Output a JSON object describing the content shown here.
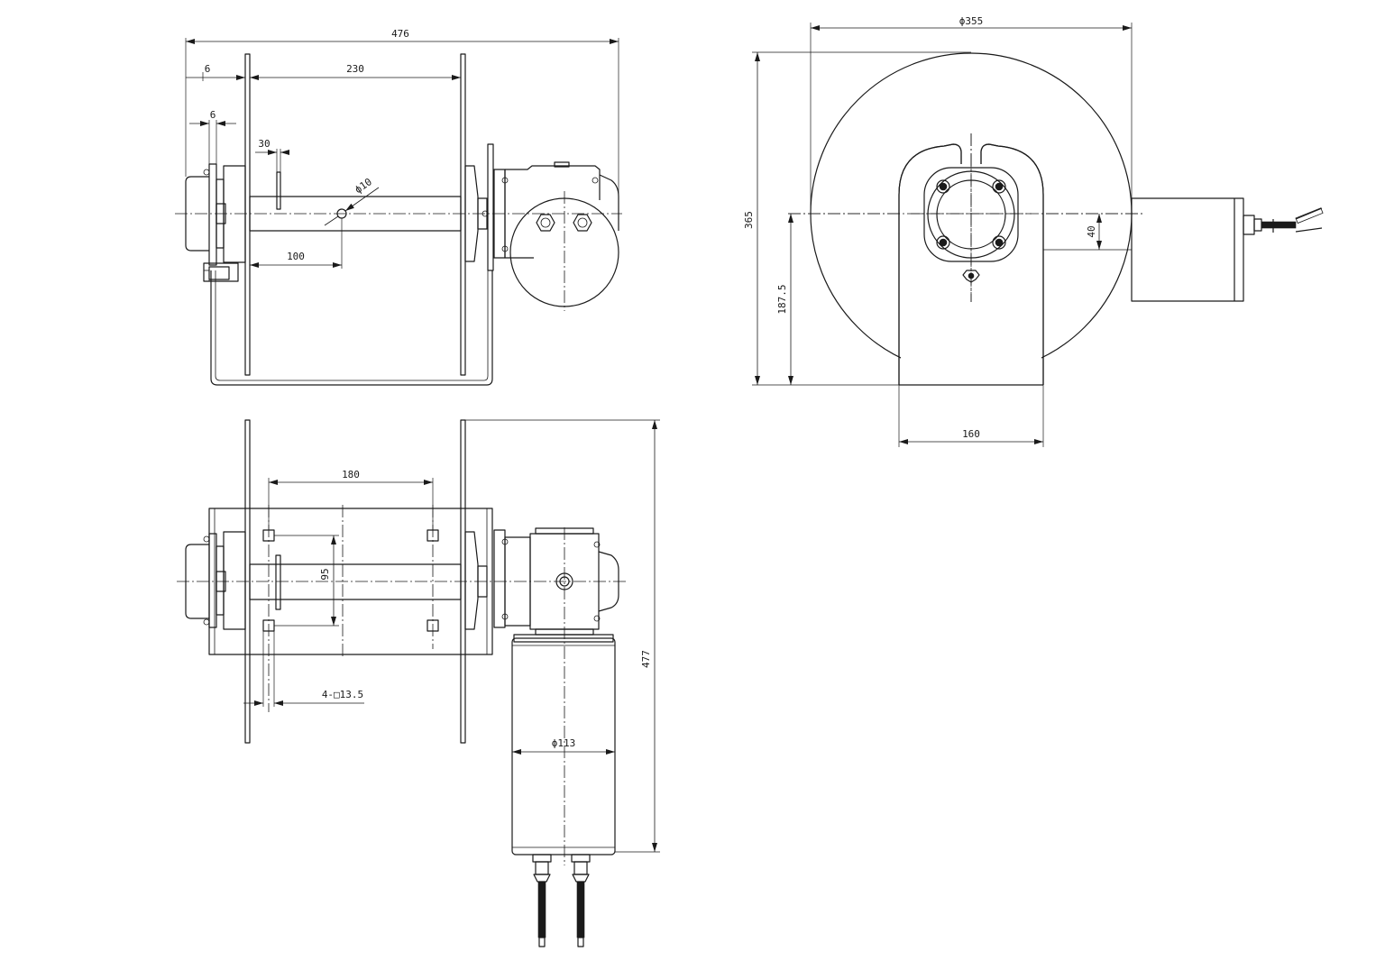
{
  "drawing": {
    "top_view": {
      "overall_width": "476",
      "end_gap": "6",
      "flange_spacing": "230",
      "flange_thickness": "6",
      "slot": "30",
      "hole_diameter": "ϕ10",
      "hole_offset": "100"
    },
    "side_view": {
      "drum_diameter": "ϕ355",
      "overall_height": "365",
      "axis_height": "187.5",
      "base_width": "160",
      "motor_offset": "40"
    },
    "bottom_view": {
      "bolt_spacing_x": "180",
      "bolt_spacing_y": "95",
      "mount_holes": "4-□13.5",
      "motor_diameter": "ϕ113",
      "overall_length": "477"
    }
  }
}
